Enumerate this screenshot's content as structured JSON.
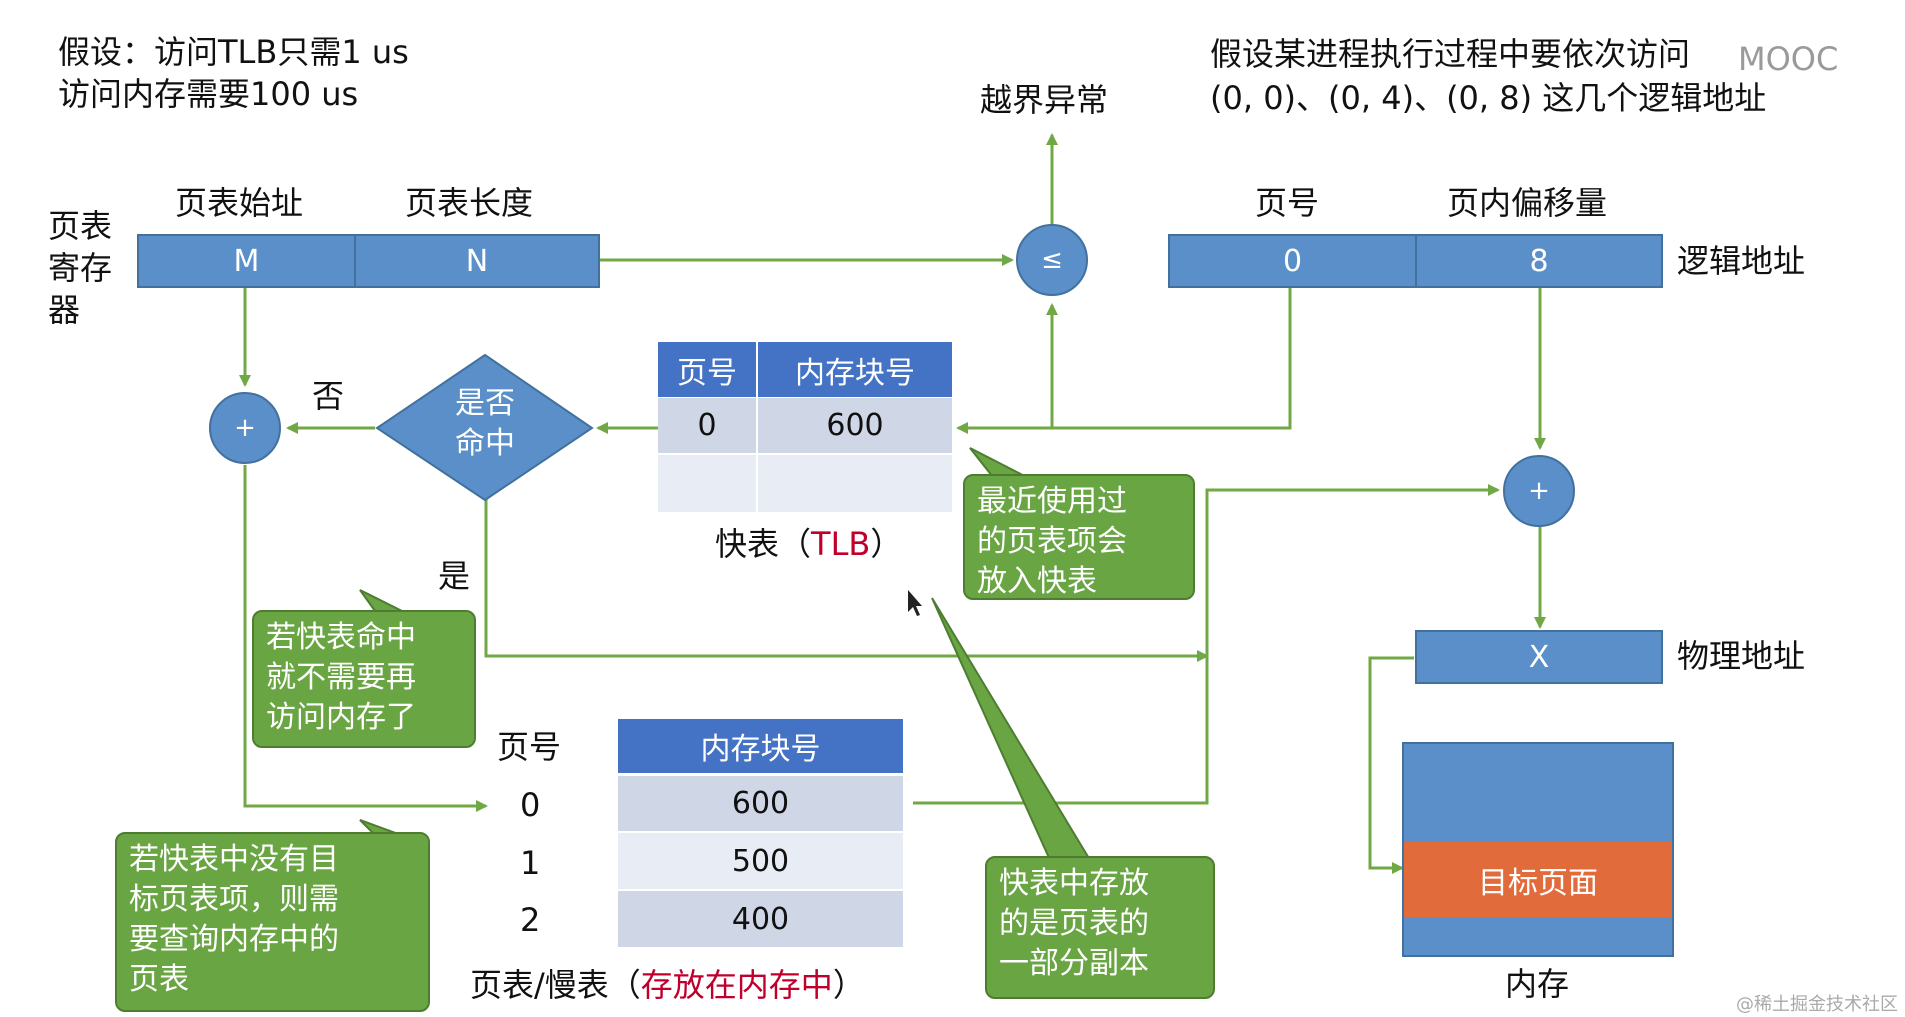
{
  "assumption": {
    "line1": "假设：访问TLB只需1 us",
    "line2": "访问内存需要100 us"
  },
  "sequence": {
    "line1": "假设某进程执行过程中要依次访问",
    "line2": "(0, 0)、(0, 4)、(0, 8) 这几个逻辑地址"
  },
  "watermark": "MOOC",
  "footer_watermark": "@稀土掘金技术社区",
  "out_of_bounds": "越界异常",
  "page_table_register": {
    "label": "页表\n寄存\n器",
    "start_header": "页表始址",
    "length_header": "页表长度",
    "start_value": "M",
    "length_value": "N"
  },
  "compare_symbol": "≤",
  "logical_address": {
    "label": "逻辑地址",
    "page_header": "页号",
    "offset_header": "页内偏移量",
    "page_value": "0",
    "offset_value": "8"
  },
  "physical_address": {
    "label": "物理地址",
    "value": "X"
  },
  "plus_symbol": "+",
  "decision": {
    "text": "是否\n命中",
    "no": "否",
    "yes": "是"
  },
  "tlb": {
    "headers": [
      "页号",
      "内存块号"
    ],
    "rows": [
      [
        "0",
        "600"
      ],
      [
        "",
        ""
      ]
    ],
    "caption_prefix": "快表（",
    "caption_highlight": "TLB",
    "caption_suffix": "）"
  },
  "page_table": {
    "page_header": "页号",
    "block_header": "内存块号",
    "rows": [
      [
        "0",
        "600"
      ],
      [
        "1",
        "500"
      ],
      [
        "2",
        "400"
      ]
    ],
    "caption_prefix": "页表/慢表（",
    "caption_highlight": "存放在内存中",
    "caption_suffix": "）"
  },
  "notes": {
    "recent": "最近使用过\n的页表项会\n放入快表",
    "hit": "若快表命中\n就不需要再\n访问内存了",
    "miss": "若快表中没有目\n标页表项，则需\n要查询内存中的\n页表",
    "copy": "快表中存放\n的是页表的\n一部分副本"
  },
  "memory": {
    "target": "目标页面",
    "caption": "内存"
  },
  "colors": {
    "box_blue": "#5b8fc9",
    "header_blue": "#4472c4",
    "arrow_green": "#70a845",
    "note_green": "#6aa543",
    "target_orange": "#e26b3c",
    "highlight_red": "#c0002c"
  }
}
